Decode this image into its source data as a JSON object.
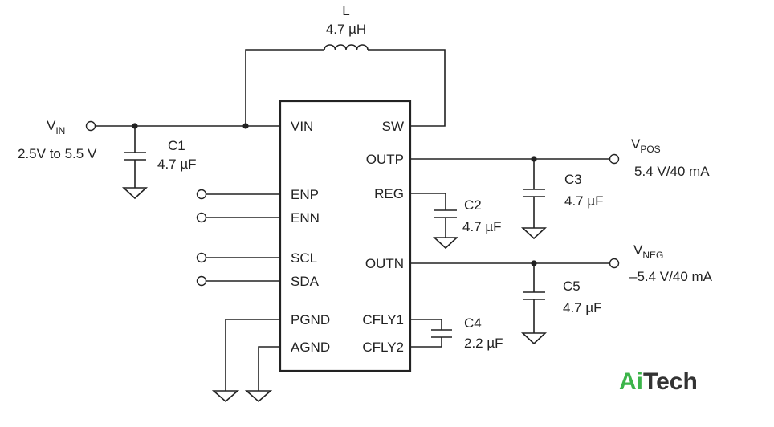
{
  "vin": {
    "name": "V",
    "sub": "IN",
    "range": "2.5V to 5.5 V"
  },
  "inductor": {
    "ref": "L",
    "value": "4.7 µH"
  },
  "c1": {
    "ref": "C1",
    "value": "4.7 µF"
  },
  "c2": {
    "ref": "C2",
    "value": "4.7 µF"
  },
  "c3": {
    "ref": "C3",
    "value": "4.7 µF"
  },
  "c4": {
    "ref": "C4",
    "value": "2.2 µF"
  },
  "c5": {
    "ref": "C5",
    "value": "4.7 µF"
  },
  "vpos": {
    "name": "V",
    "sub": "POS",
    "rating": "5.4 V/40 mA"
  },
  "vneg": {
    "name": "V",
    "sub": "NEG",
    "rating": "–5.4 V/40 mA"
  },
  "pins": {
    "left": [
      "VIN",
      "ENP",
      "ENN",
      "SCL",
      "SDA",
      "PGND",
      "AGND"
    ],
    "right": [
      "SW",
      "OUTP",
      "REG",
      "OUTN",
      "CFLY1",
      "CFLY2"
    ]
  },
  "logo": {
    "part1": "Ai",
    "part2": "Tech",
    "color1": "#3cb44a",
    "color2": "#333333"
  }
}
